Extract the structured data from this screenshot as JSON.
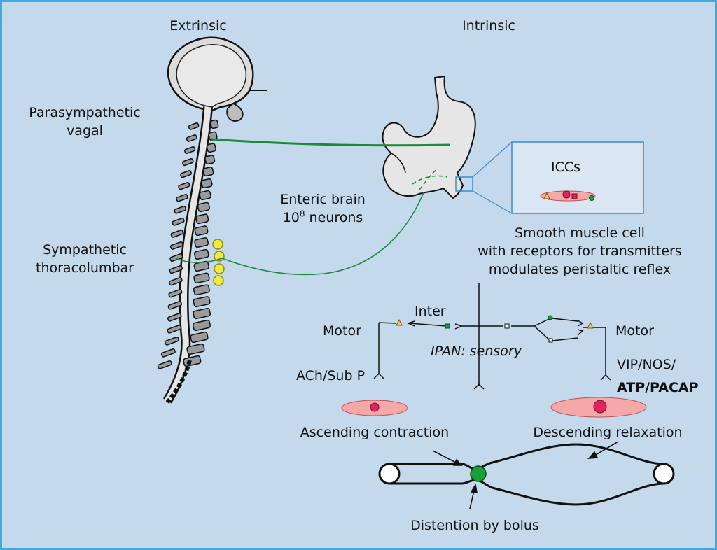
{
  "headings": {
    "extrinsic": "Extrinsic",
    "intrinsic": "Intrinsic"
  },
  "left_labels": {
    "parasympathetic_line1": "Parasympathetic",
    "parasympathetic_line2": "vagal",
    "sympathetic_line1": "Sympathetic",
    "sympathetic_line2": "thoracolumbar"
  },
  "enteric": {
    "line1": "Enteric brain",
    "line2_base": "10",
    "line2_exp": "8",
    "line2_rest": " neurons"
  },
  "iccs_label": "ICCs",
  "smooth_muscle": {
    "line1": "Smooth muscle cell",
    "line2": "with receptors for transmitters",
    "line3": "modulates peristaltic reflex"
  },
  "reflex": {
    "inter": "Inter",
    "motor_left": "Motor",
    "motor_right": "Motor",
    "ipan": "IPAN: sensory",
    "ach": "ACh/Sub P",
    "vip": "VIP/NOS/",
    "atp": "ATP/PACAP",
    "ascending": "Ascending contraction",
    "descending": "Descending relaxation",
    "distention": "Distention by bolus"
  },
  "colors": {
    "background": "#c5d9ed",
    "frame": "#3fa9e0",
    "vagal_nerve": "#1a8a3a",
    "ganglia": "#f2ea3c",
    "muscle_cell": "#f4a9a9",
    "nucleus": "#e0245e",
    "bolus": "#1aa03a",
    "bone": "#9a9a9a",
    "organ": "#e6e6e6"
  }
}
